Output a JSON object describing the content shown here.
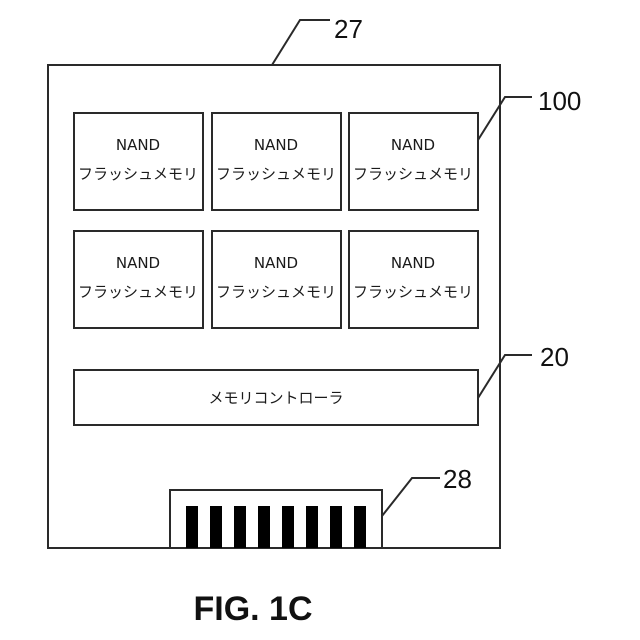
{
  "figure": {
    "caption": "FIG. 1C",
    "colors": {
      "line": "#2a2a2a",
      "fill": "#ffffff",
      "contacts": "#000000"
    }
  },
  "card": {
    "ref": "27",
    "chips": [
      {
        "line1": "NAND",
        "line2": "フラッシュメモリ"
      },
      {
        "line1": "NAND",
        "line2": "フラッシュメモリ"
      },
      {
        "line1": "NAND",
        "line2": "フラッシュメモリ"
      },
      {
        "line1": "NAND",
        "line2": "フラッシュメモリ"
      },
      {
        "line1": "NAND",
        "line2": "フラッシュメモリ"
      },
      {
        "line1": "NAND",
        "line2": "フラッシュメモリ"
      }
    ],
    "chip_ref": "100",
    "controller": {
      "label": "メモリコントローラ",
      "ref": "20"
    },
    "connector": {
      "ref": "28",
      "contact_count": 8
    }
  }
}
